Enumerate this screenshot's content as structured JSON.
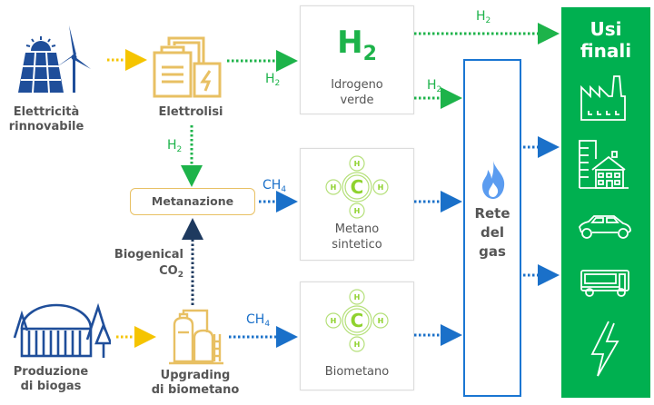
{
  "colors": {
    "green": "#1db34a",
    "blue": "#1a70c9",
    "yellow": "#f5c400",
    "navy": "#1e3a5f",
    "gold_icon": "#e8c063",
    "dark_blue_icon": "#1f4e9a",
    "usi_bg": "#00b050",
    "molecule": "#8fd22e"
  },
  "sources": {
    "renewable": {
      "label_line1": "Elettricità",
      "label_line2": "rinnovabile",
      "icon": "solar-wind-icon"
    },
    "biogas": {
      "label_line1": "Produzione",
      "label_line2": "di biogas",
      "icon": "biogas-plant-icon"
    }
  },
  "processes": {
    "electrolysis": {
      "label": "Elettrolisi",
      "icon": "electrolyzer-icon"
    },
    "methanation": {
      "label": "Metanazione"
    },
    "upgrading": {
      "label_line1": "Upgrading",
      "label_line2": "di biometano",
      "icon": "upgrading-plant-icon"
    }
  },
  "products": {
    "hydrogen": {
      "formula_main": "H",
      "formula_sub": "2",
      "caption_line1": "Idrogeno",
      "caption_line2": "verde"
    },
    "synthetic_methane": {
      "caption_line1": "Metano",
      "caption_line2": "sintetico"
    },
    "biomethane": {
      "caption": "Biometano"
    }
  },
  "molecule": {
    "center": "C",
    "atom": "H"
  },
  "flows": {
    "h2_main": "H",
    "h2_sub": "2",
    "ch4_main": "CH",
    "ch4_sub": "4",
    "co2_line1": "Biogenical",
    "co2_main": "CO",
    "co2_sub": "2"
  },
  "grid": {
    "line1": "Rete",
    "line2": "del",
    "line3": "gas",
    "icon": "flame-icon"
  },
  "end_uses": {
    "title_line1": "Usi",
    "title_line2": "finali",
    "items": [
      "industry-icon",
      "buildings-icon",
      "car-icon",
      "bus-icon",
      "electricity-icon"
    ]
  }
}
